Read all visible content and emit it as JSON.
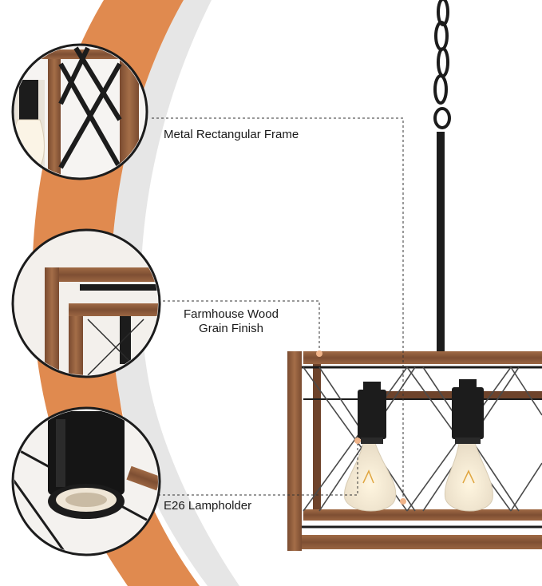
{
  "callouts": {
    "frame": {
      "text": "Metal Rectangular Frame",
      "icon": "metal-frame-closeup"
    },
    "wood": {
      "line1": "Farmhouse Wood",
      "line2": "Grain Finish",
      "icon": "wood-grain-closeup"
    },
    "lamp": {
      "text": "E26 Lampholder",
      "icon": "lampholder-closeup"
    }
  },
  "colors": {
    "arc_orange": "#e08a4f",
    "arc_gray": "#e6e6e6",
    "wood": "#8a5a3c",
    "wood_dark": "#5e3a24",
    "metal": "#1c1c1c",
    "leader": "#333333",
    "dot": "#f0b48a"
  }
}
